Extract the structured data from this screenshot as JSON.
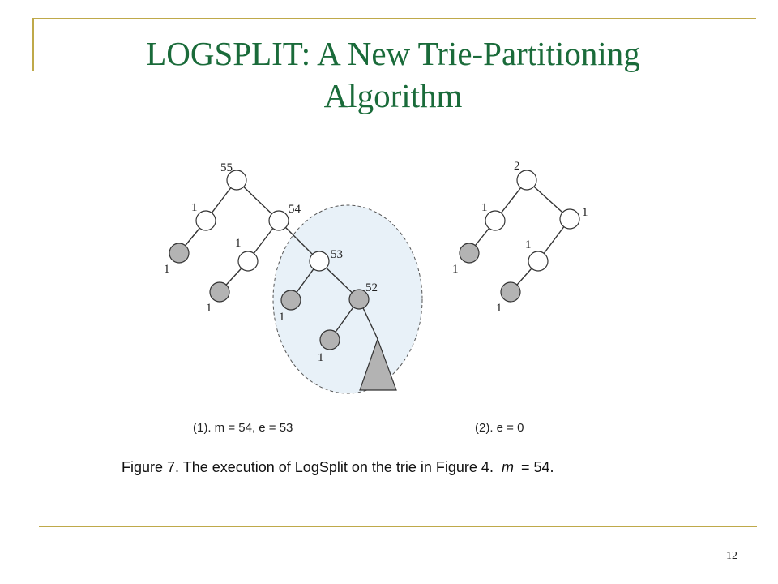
{
  "slide": {
    "title_line1": "LOGSPLIT: A New Trie-Partitioning",
    "title_line2": "Algorithm",
    "page_number": "12"
  },
  "figure": {
    "panel1": {
      "caption": "(1). m = 54, e = 53",
      "labels": {
        "root": "55",
        "n54": "54",
        "n53": "53",
        "n52": "52",
        "one_a": "1",
        "one_b": "1",
        "one_c": "1",
        "one_d": "1",
        "one_e": "1",
        "one_f": "1"
      }
    },
    "panel2": {
      "caption": "(2). e = 0",
      "labels": {
        "root": "2",
        "one_a": "1",
        "one_b": "1",
        "one_c": "1",
        "one_d": "1",
        "one_e": "1"
      }
    },
    "caption_prefix": "Figure 7. The execution of LogSplit on the trie in Figure 4.",
    "caption_var": "m",
    "caption_eq": "= 54."
  },
  "colors": {
    "accent": "#bfa94a",
    "title": "#1a6b3a",
    "filled_node": "#b3b3b3",
    "highlight": "#e8f1f8"
  }
}
